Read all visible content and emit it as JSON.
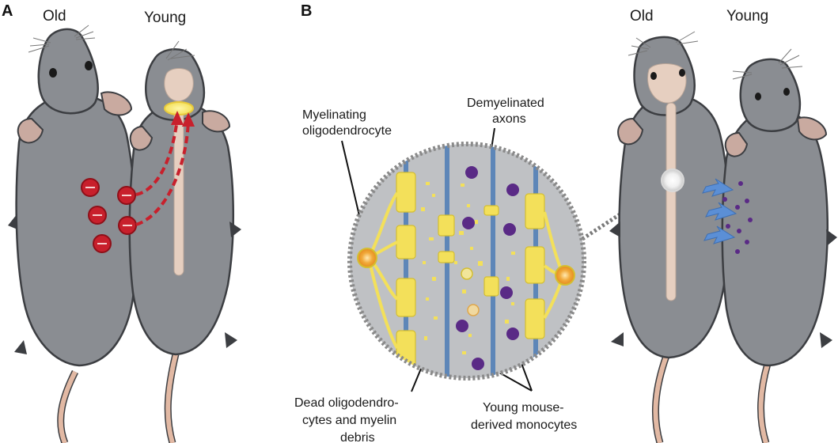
{
  "panel_a": {
    "letter": "A",
    "old_label": "Old",
    "young_label": "Young"
  },
  "panel_b": {
    "letter": "B",
    "old_label": "Old",
    "young_label": "Young"
  },
  "annotations": {
    "myelinating_line1": "Myelinating",
    "myelinating_line2": "oligodendrocyte",
    "demyelinated_line1": "Demyelinated",
    "demyelinated_line2": "axons",
    "dead_line1": "Dead oligodendro-",
    "dead_line2": "cytes and myelin",
    "dead_line3": "debris",
    "monocytes_line1": "Young mouse-",
    "monocytes_line2": "derived monocytes"
  },
  "colors": {
    "mouse_body": "#8a8d92",
    "mouse_outline": "#3c3e42",
    "tail": "#e2b9a4",
    "myelin": "#f3e05a",
    "cell_red": "#c8202c",
    "monocyte": "#5a2a86",
    "axon": "#5d86b8",
    "arrow_blue": "#5b8fd6"
  }
}
